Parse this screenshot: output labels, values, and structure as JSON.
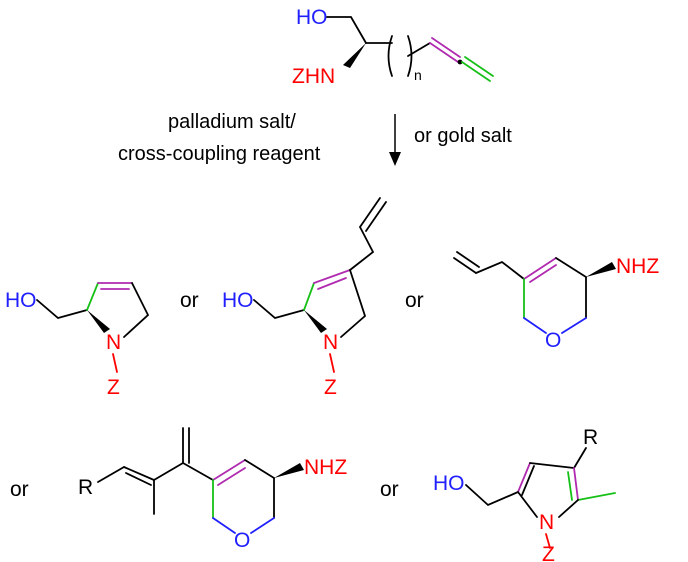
{
  "colors": {
    "oxygen": "#2020ff",
    "nitrogen": "#ff0000",
    "new_bond": "#16c016",
    "allene_bond": "#b02ab0",
    "bond": "#000000"
  },
  "reagent": {
    "hydroxyl_label": "HO",
    "amine_label": "ZHN",
    "repeat_subscript": "n"
  },
  "conditions": {
    "left_line1": "palladium salt/",
    "left_line2": "cross-coupling reagent",
    "right": "or gold salt"
  },
  "products": {
    "p1": {
      "hydroxyl_label": "HO",
      "n_label": "N",
      "z_label": "Z"
    },
    "p2": {
      "hydroxyl_label": "HO",
      "n_label": "N",
      "z_label": "Z"
    },
    "p3": {
      "amine_label": "NHZ",
      "ring_o_label": "O"
    },
    "p4": {
      "r_label": "R",
      "amine_label": "NHZ",
      "ring_o_label": "O"
    },
    "p5": {
      "r_label": "R",
      "hydroxyl_label": "HO",
      "n_label": "N",
      "z_label": "Z"
    }
  },
  "separators": [
    "or",
    "or",
    "or",
    "or"
  ]
}
